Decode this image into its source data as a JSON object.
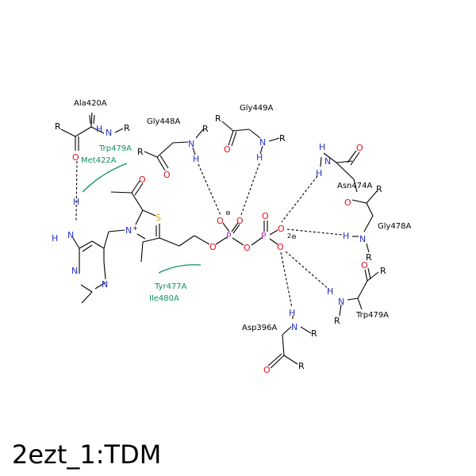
{
  "title": "2ezt_1:TDM",
  "residues": {
    "ala420a": "Ala420A",
    "gly448a": "Gly448A",
    "gly449a": "Gly449A",
    "asn474a": "Asn474A",
    "gly478a": "Gly478A",
    "trp479a_right": "Trp479A",
    "asp396a": "Asp396A"
  },
  "hydrophobic": {
    "trp479a": "Trp479A",
    "met422a": "Met422A",
    "tyr477a": "Tyr477A",
    "ile480a": "Ile480A"
  },
  "atoms": {
    "n": "N",
    "o": "O",
    "h": "H",
    "r": "R",
    "p": "P",
    "s": "S"
  },
  "charges": {
    "plus": "+",
    "minus": "⊖",
    "two": "2"
  },
  "colors": {
    "nitrogen": "#2533c9",
    "oxygen": "#e0101b",
    "phosphorus": "#c21ec2",
    "sulfur": "#d6a800",
    "hydrophobic_arc": "#11915a"
  }
}
